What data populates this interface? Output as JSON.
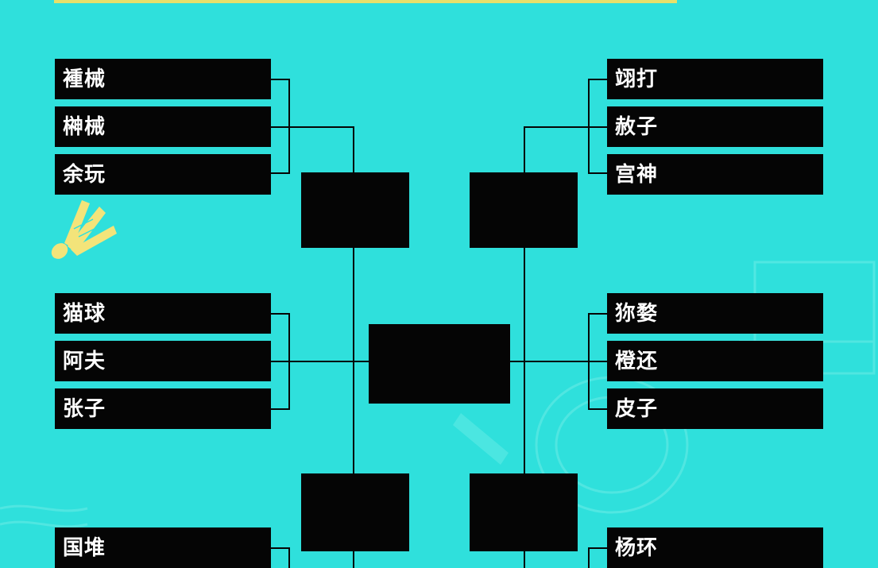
{
  "colors": {
    "background": "#2fe0dc",
    "slot": "#050505",
    "text": "#ffffff",
    "accent": "#e8e06a"
  },
  "decorations": [
    "shuttlecock-icon"
  ],
  "bracket": {
    "left_group_1": [
      "褈械",
      "榊械",
      "余玩"
    ],
    "left_group_2": [
      "猫球",
      "阿夫",
      "张子"
    ],
    "left_group_3": [
      "国堆"
    ],
    "right_group_1": [
      "翊打",
      "赦子",
      "宫神"
    ],
    "right_group_2": [
      "狝婺",
      "橙还",
      "皮子"
    ],
    "right_group_3": [
      "杨环"
    ]
  }
}
